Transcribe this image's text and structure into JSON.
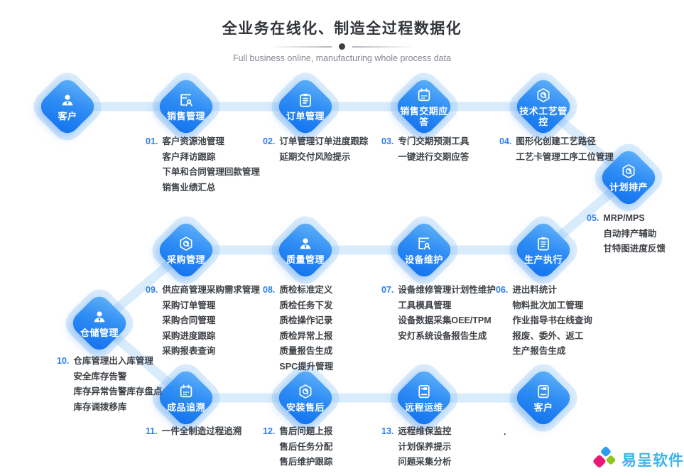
{
  "header": {
    "title": "全业务在线化、制造全过程数据化",
    "subtitle": "Full business online, manufacturing whole process data"
  },
  "nodes": [
    {
      "label": "客户",
      "icon": "user-icon"
    },
    {
      "label": "销售管理",
      "icon": "contract-icon"
    },
    {
      "label": "订单管理",
      "icon": "clipboard-icon"
    },
    {
      "label": "销售交期应答",
      "icon": "calendar-icon"
    },
    {
      "label": "技术工艺管控",
      "icon": "hexagon-gear-icon"
    },
    {
      "label": "计划排产",
      "icon": "hexagon-gear-icon"
    },
    {
      "label": "生产执行",
      "icon": "clipboard-icon"
    },
    {
      "label": "设备维护",
      "icon": "contract-icon"
    },
    {
      "label": "质量管理",
      "icon": "user-icon"
    },
    {
      "label": "采购管理",
      "icon": "hexagon-gear-icon"
    },
    {
      "label": "仓储管理",
      "icon": "user-icon"
    },
    {
      "label": "成品追溯",
      "icon": "calendar-icon"
    },
    {
      "label": "安装售后",
      "icon": "hexagon-gear-icon"
    },
    {
      "label": "远程运维",
      "icon": "server-icon"
    },
    {
      "label": "客户",
      "icon": "server-icon"
    }
  ],
  "sections": [
    {
      "num": "01.",
      "items": [
        "客户资源池管理",
        "客户拜访跟踪",
        "下单和合同管理回款管理",
        "销售业绩汇总"
      ]
    },
    {
      "num": "02.",
      "items": [
        "订单管理订单进度跟踪",
        "延期交付风险提示"
      ]
    },
    {
      "num": "03.",
      "items": [
        "专门交期预测工具",
        "一键进行交期应答"
      ]
    },
    {
      "num": "04.",
      "items": [
        "图形化创建工艺路径",
        "工艺卡管理工序工位管理"
      ]
    },
    {
      "num": "05.",
      "items": [
        "MRP/MPS",
        "自动排产辅助",
        "甘特图进度反馈"
      ]
    },
    {
      "num": "09.",
      "items": [
        "供应商管理采购需求管理",
        "采购订单管理",
        "采购合同管理",
        "采购进度跟踪",
        "采购报表查询"
      ]
    },
    {
      "num": "08.",
      "items": [
        "质检标准定义",
        "质检任务下发",
        "质检操作记录",
        "质检异常上报",
        "质量报告生成",
        "SPC提升管理"
      ]
    },
    {
      "num": "07.",
      "items": [
        "设备维修管理计划性维护",
        "工具模具管理",
        "设备数据采集OEE/TPM",
        "安灯系统设备报告生成"
      ]
    },
    {
      "num": "06.",
      "items": [
        "进出料统计",
        "物料批次加工管理",
        "作业指导书在线查询",
        "报废、委外、返工",
        "生产报告生成"
      ]
    },
    {
      "num": "10.",
      "items": [
        "仓库管理出入库管理",
        "安全库存告警",
        "库存异常告警库存盘点",
        "库存调拨移库"
      ]
    },
    {
      "num": "11.",
      "items": [
        "一件全制造过程追溯"
      ]
    },
    {
      "num": "12.",
      "items": [
        "售后问题上报",
        "售后任务分配",
        "售后维护跟踪"
      ]
    },
    {
      "num": "13.",
      "items": [
        "远程维保监控",
        "计划保养提示",
        "问题采集分析"
      ]
    },
    {
      "num": "",
      "items": [
        "."
      ]
    }
  ],
  "logo": {
    "name": "易呈软件"
  },
  "colors": {
    "node_top": "#63b3f9",
    "node_bottom": "#1272ee",
    "connector": "#d8ecfc",
    "number": "#2e7ef2",
    "brand": "#3ab5e9"
  }
}
